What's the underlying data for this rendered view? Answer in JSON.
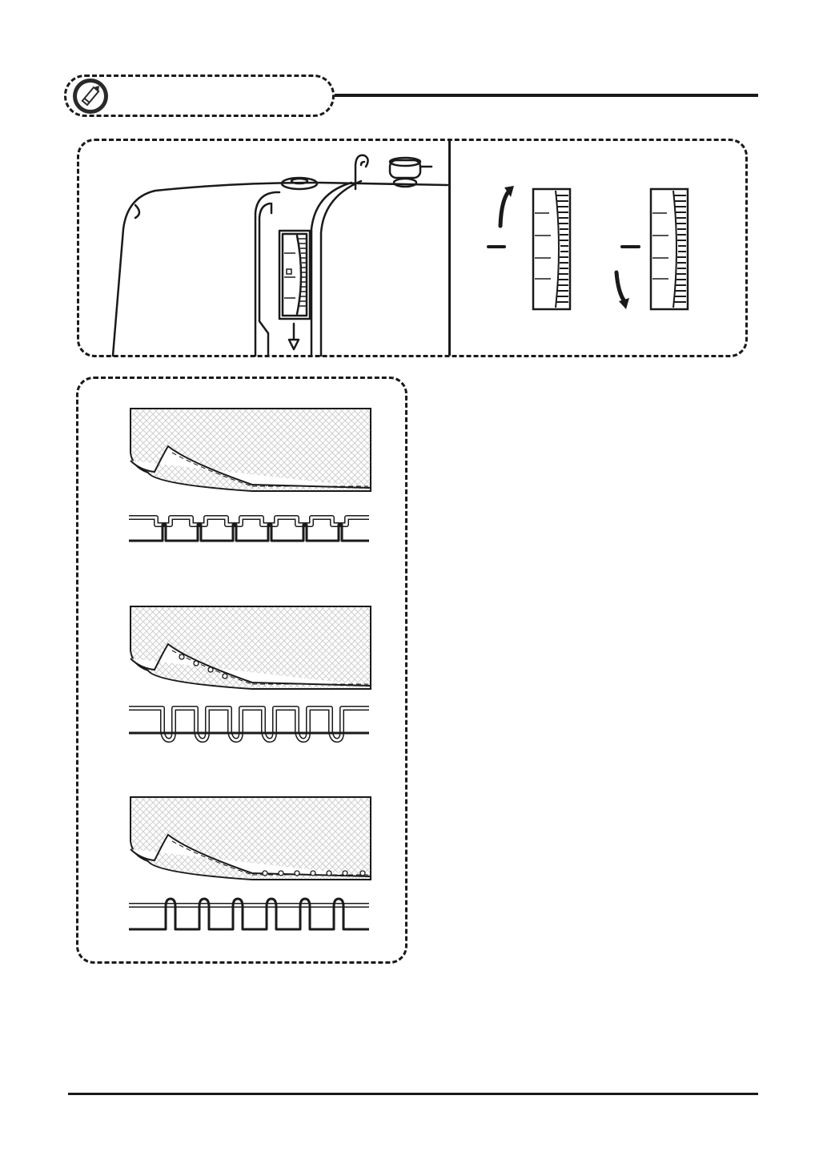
{
  "page": {
    "header": {
      "note_icon": "pencil-note-icon",
      "title": ""
    },
    "figures": {
      "machine": {
        "icon": "sewing-machine-tension-dial-illustration"
      },
      "dials": {
        "icon": "tension-dial-increase-decrease-illustration"
      },
      "stitches": [
        {
          "icon": "balanced-tension-stitch-illustration"
        },
        {
          "icon": "upper-tension-too-tight-stitch-illustration"
        },
        {
          "icon": "upper-tension-too-loose-stitch-illustration"
        }
      ]
    },
    "colors": {
      "ink": "#1a1a1a",
      "fabric_pattern": "#cfcfcf"
    }
  }
}
